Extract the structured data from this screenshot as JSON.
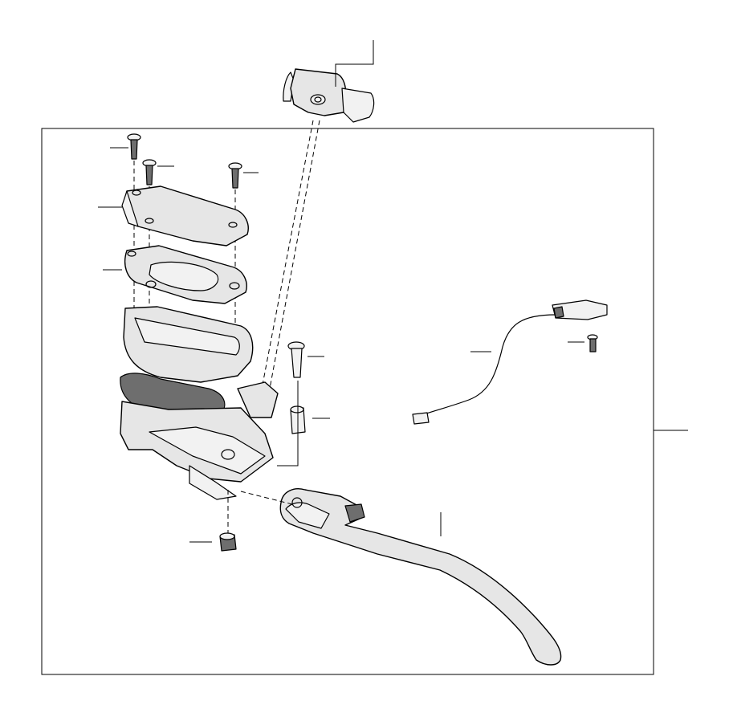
{
  "diagram": {
    "callouts": [
      {
        "id": "handlebar-clamp"
      },
      {
        "id": "cover-screw"
      },
      {
        "id": "cover-screw-2"
      },
      {
        "id": "cover-screw-3"
      },
      {
        "id": "reservoir-cover"
      },
      {
        "id": "cover-gasket"
      },
      {
        "id": "pivot-bolt"
      },
      {
        "id": "bushing"
      },
      {
        "id": "lever-nut"
      },
      {
        "id": "clutch-lever"
      },
      {
        "id": "switch-cable"
      },
      {
        "id": "switch-screw"
      },
      {
        "id": "assembly"
      }
    ]
  }
}
